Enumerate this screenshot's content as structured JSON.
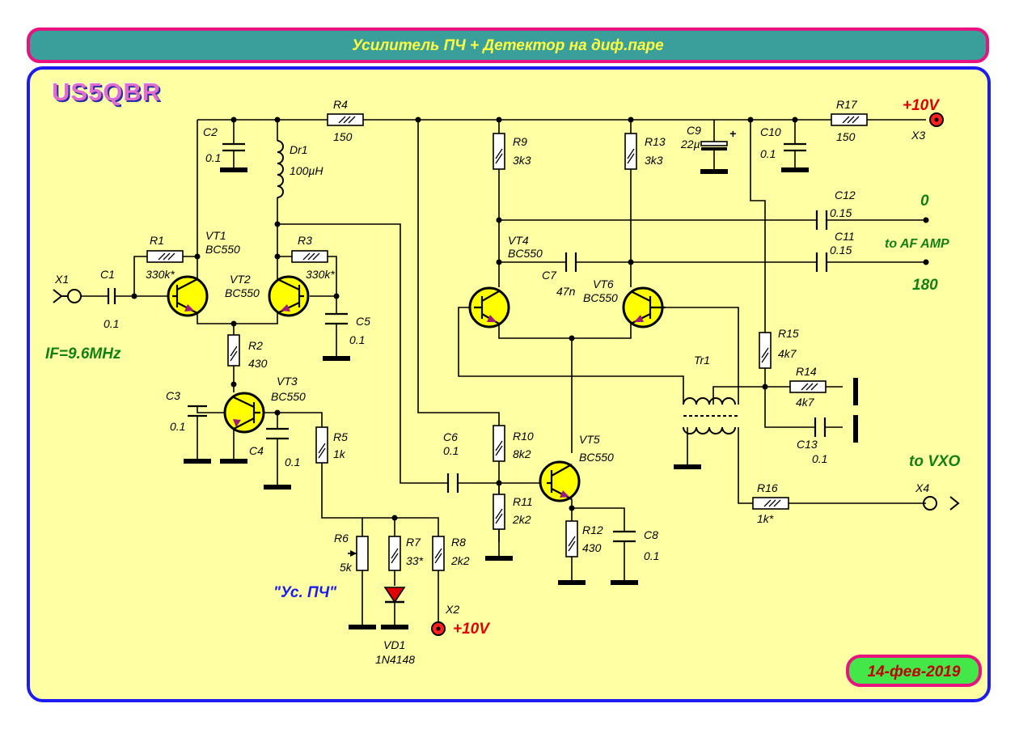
{
  "title": "Усилитель ПЧ + Детектор на диф.паре",
  "logo": "US5QBR",
  "date": "14-фев-2019",
  "colors": {
    "sheet": "#ffffa4",
    "frame": "#1c1cf0",
    "title_bg": "#3a9e9a",
    "title_border": "#e8137e",
    "title_text": "#ffff40",
    "wire": "#000000",
    "transistor_fill": "#ffff00",
    "red": "#e00000",
    "green": "#148014",
    "blue": "#1c1cf0"
  },
  "notes": {
    "if_freq": "IF=9.6MHz",
    "gain_control": "\"Ус. ПЧ\"",
    "to_af_amp": "to AF AMP",
    "to_vxo": "to VXO",
    "out_0": "0",
    "out_180": "180",
    "supply_top": "+10V",
    "supply_bottom": "+10V"
  },
  "connectors": {
    "x1": "X1",
    "x2": "X2",
    "x3": "X3",
    "x4": "X4"
  },
  "transistors": {
    "vt1": {
      "ref": "VT1",
      "type": "BC550"
    },
    "vt2": {
      "ref": "VT2",
      "type": "BC550"
    },
    "vt3": {
      "ref": "VT3",
      "type": "BC550"
    },
    "vt4": {
      "ref": "VT4",
      "type": "BC550"
    },
    "vt5": {
      "ref": "VT5",
      "type": "BC550"
    },
    "vt6": {
      "ref": "VT6",
      "type": "BC550"
    }
  },
  "resistors": {
    "r1": {
      "ref": "R1",
      "value": "330k*"
    },
    "r2": {
      "ref": "R2",
      "value": "430"
    },
    "r3": {
      "ref": "R3",
      "value": "330k*"
    },
    "r4": {
      "ref": "R4",
      "value": "150"
    },
    "r5": {
      "ref": "R5",
      "value": "1k"
    },
    "r6": {
      "ref": "R6",
      "value": "5k"
    },
    "r7": {
      "ref": "R7",
      "value": "33*"
    },
    "r8": {
      "ref": "R8",
      "value": "2k2"
    },
    "r9": {
      "ref": "R9",
      "value": "3k3"
    },
    "r10": {
      "ref": "R10",
      "value": "8k2"
    },
    "r11": {
      "ref": "R11",
      "value": "2k2"
    },
    "r12": {
      "ref": "R12",
      "value": "430"
    },
    "r13": {
      "ref": "R13",
      "value": "3k3"
    },
    "r14": {
      "ref": "R14",
      "value": "4k7"
    },
    "r15": {
      "ref": "R15",
      "value": "4k7"
    },
    "r16": {
      "ref": "R16",
      "value": "1k*"
    },
    "r17": {
      "ref": "R17",
      "value": "150"
    }
  },
  "capacitors": {
    "c1": {
      "ref": "C1",
      "value": "0.1"
    },
    "c2": {
      "ref": "C2",
      "value": "0.1"
    },
    "c3": {
      "ref": "C3",
      "value": "0.1"
    },
    "c4": {
      "ref": "C4",
      "value": "0.1"
    },
    "c5": {
      "ref": "C5",
      "value": "0.1"
    },
    "c6": {
      "ref": "C6",
      "value": "0.1"
    },
    "c7": {
      "ref": "C7",
      "value": "47n"
    },
    "c8": {
      "ref": "C8",
      "value": "0.1"
    },
    "c9": {
      "ref": "C9",
      "value": "22µ"
    },
    "c10": {
      "ref": "C10",
      "value": "0.1"
    },
    "c11": {
      "ref": "C11",
      "value": "0.15"
    },
    "c12": {
      "ref": "C12",
      "value": "0.15"
    },
    "c13": {
      "ref": "C13",
      "value": "0.1"
    }
  },
  "inductor": {
    "ref": "Dr1",
    "value": "100µH"
  },
  "transformer": {
    "ref": "Tr1"
  },
  "diode": {
    "ref": "VD1",
    "type": "1N4148"
  }
}
